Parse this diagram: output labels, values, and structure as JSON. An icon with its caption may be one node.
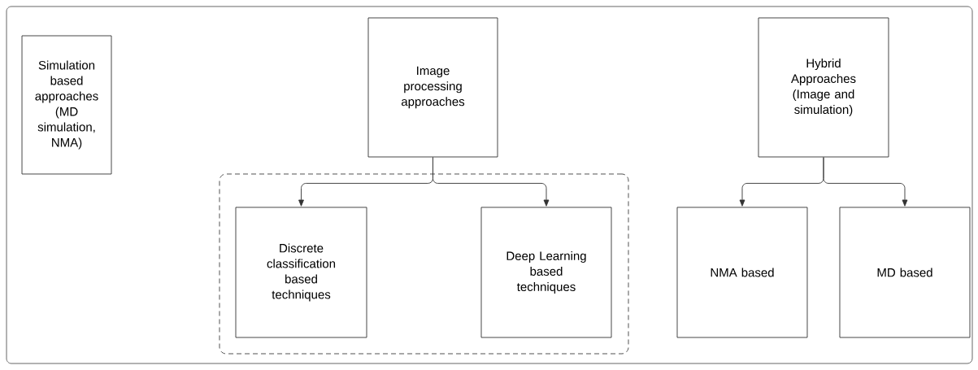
{
  "diagram": {
    "nodes": [
      {
        "text": [
          "Simulation based approaches (MD simulation, NMA)"
        ]
      },
      {
        "text": [
          "Image processing approaches"
        ]
      },
      {
        "text": [],
        "shape": "box"
      },
      {
        "text": [
          "Discrete classification based techniques"
        ],
        "in": 2
      },
      {
        "text": [
          "Deep Learning based techniques"
        ],
        "in": 2
      },
      {
        "text": [
          "Hybrid Approaches (Image and simulation)"
        ]
      },
      {
        "text": [
          "NMA based"
        ]
      },
      {
        "text": [
          "MD based"
        ]
      }
    ],
    "edges": [
      {
        "from": 1,
        "to": 3,
        "arrow": "to"
      },
      {
        "from": 1,
        "to": 4,
        "arrow": "to"
      },
      {
        "from": 5,
        "to": 6,
        "arrow": "to"
      },
      {
        "from": 5,
        "to": 7,
        "arrow": "to"
      }
    ]
  }
}
